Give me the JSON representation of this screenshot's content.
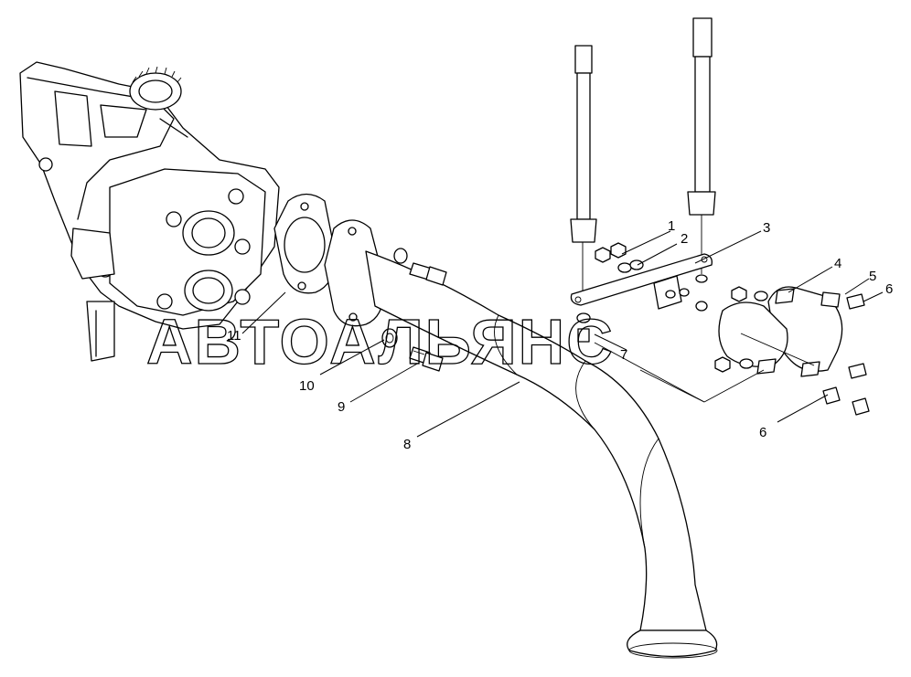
{
  "watermark": "АВТОАЛЬЯНС",
  "callouts": {
    "c1": "1",
    "c2": "2",
    "c3": "3",
    "c4": "4",
    "c5": "5",
    "c6a": "6",
    "c6b": "6",
    "c7": "7",
    "c8": "8",
    "c9": "9",
    "c10": "10",
    "c11": "11"
  }
}
